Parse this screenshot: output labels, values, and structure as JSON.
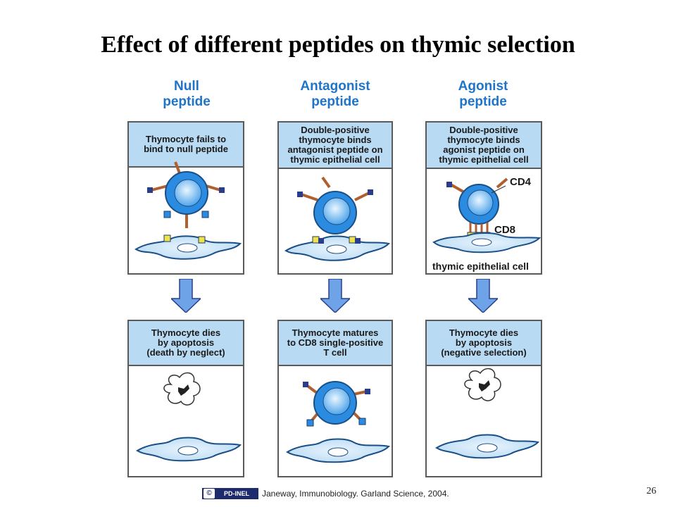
{
  "title": "Effect of different peptides on thymic selection",
  "columns": [
    {
      "heading_line1": "Null",
      "heading_line2": "peptide",
      "top_caption": [
        "Thymocyte fails to",
        "bind to null peptide"
      ],
      "bottom_caption": [
        "Thymocyte dies",
        "by apoptosis",
        "(death by neglect)"
      ]
    },
    {
      "heading_line1": "Antagonist",
      "heading_line2": "peptide",
      "top_caption": [
        "Double-positive",
        "thymocyte binds",
        "antagonist peptide on",
        "thymic epithelial cell"
      ],
      "bottom_caption": [
        "Thymocyte matures",
        "to CD8 single-positive",
        "T cell"
      ]
    },
    {
      "heading_line1": "Agonist",
      "heading_line2": "peptide",
      "top_caption": [
        "Double-positive",
        "thymocyte binds",
        "agonist peptide on",
        "thymic epithelial cell"
      ],
      "bottom_caption": [
        "Thymocyte dies",
        "by apoptosis",
        "(negative selection)"
      ]
    }
  ],
  "labels": {
    "cd4": "CD4",
    "cd8": "CD8",
    "epithelial": "thymic epithelial cell"
  },
  "footer": {
    "logo_text": "PD-INEL",
    "logo_mark": "©",
    "citation": "Janeway,  Immunobiology. Garland Science, 2004.",
    "page_number": "26"
  },
  "colors": {
    "cell_blue": "#2a8be0",
    "cell_light": "#8ec8f5",
    "caption_bg": "#b9daf3",
    "arrow_blue": "#6fa3e8",
    "heading_blue": "#1f74c9"
  }
}
